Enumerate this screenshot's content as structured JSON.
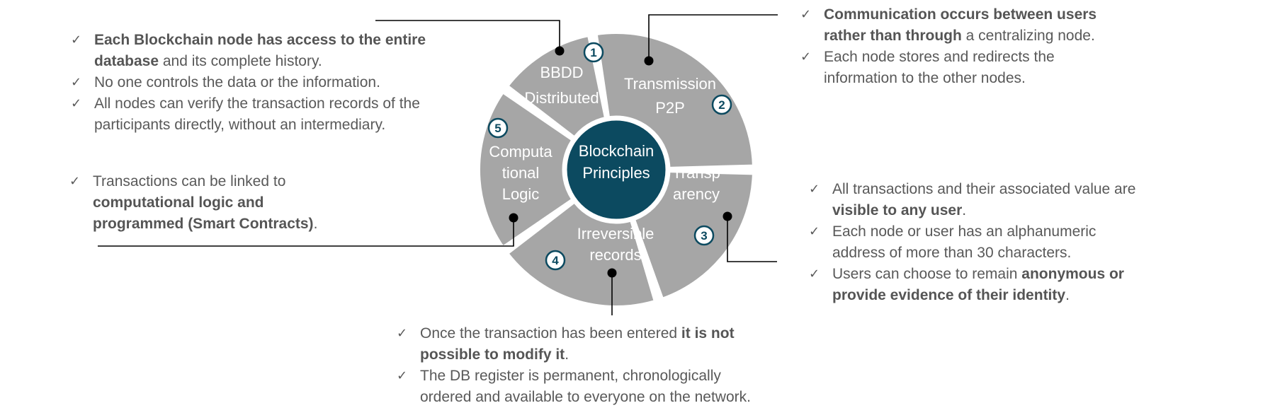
{
  "center": {
    "line1": "Blockchain",
    "line2": "Principles"
  },
  "segments": [
    {
      "number": "1",
      "line1": "BBDD",
      "line2": "Distributed"
    },
    {
      "number": "2",
      "line1": "Transmission",
      "line2": "P2P"
    },
    {
      "number": "3",
      "line1": "Transp",
      "line2": "arency"
    },
    {
      "number": "4",
      "line1": "Irreversible",
      "line2": "records"
    },
    {
      "number": "5",
      "line1": "Computa",
      "line2": "tional",
      "line3": "Logic"
    }
  ],
  "blocks": {
    "distributed": [
      {
        "b1": "Each Blockchain node has access to the entire",
        "b2": "database",
        "t1": " and its complete history."
      },
      {
        "t1": "No one controls the data or the information."
      },
      {
        "t1": "All nodes can verify  the transaction records of the",
        "t2": "participants directly, without an intermediary."
      }
    ],
    "p2p": [
      {
        "b1": "Communication occurs  between users",
        "b2": "rather than through",
        "t1": " a centralizing node."
      },
      {
        "t1": "Each node stores and redirects the",
        "t2": "information to the other nodes."
      }
    ],
    "transparency": [
      {
        "t1": "All transactions and their associated value  are",
        "b1": "visible to any user",
        "t2": "."
      },
      {
        "t1": "Each node or user has an alphanumeric",
        "t2": "address of more than 30 characters."
      },
      {
        "t1": "Users can choose to remain ",
        "b1": "anonymous or",
        "b2": "provide evidence of their identity",
        "t2": "."
      }
    ],
    "irreversible": [
      {
        "t1": "Once the transaction has been entered ",
        "b1": "it is not",
        "b2": "possible to modify it",
        "t2": "."
      },
      {
        "t1": "The DB register is permanent,  chronologically",
        "t2": "ordered and available  to everyone  on the network."
      }
    ],
    "computational": [
      {
        "t1": "Transactions  can be linked to",
        "b1": "computational logic and",
        "b2": "programmed (Smart Contracts)",
        "t2": "."
      }
    ]
  },
  "colors": {
    "segment": "#a6a6a6",
    "center": "#0c4a60",
    "text": "#595959",
    "number": "#0c4a60"
  },
  "icons": {
    "bullet": "check-icon"
  }
}
